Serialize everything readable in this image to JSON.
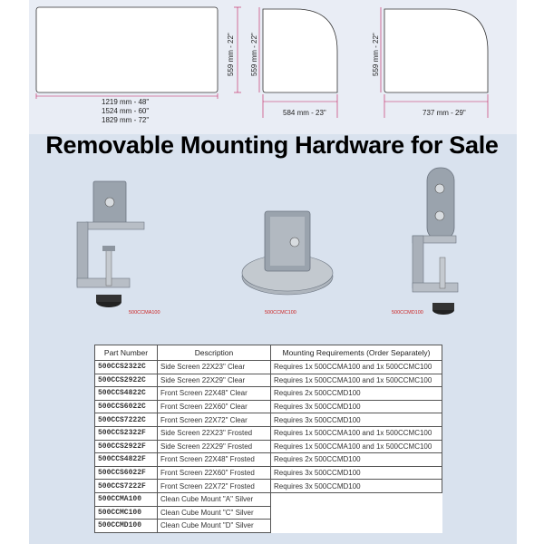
{
  "dimensions": {
    "panel1": {
      "height": "559 mm - 22\"",
      "widths": [
        "1219 mm - 48\"",
        "1524 mm - 60\"",
        "1829 mm - 72\""
      ]
    },
    "panel2": {
      "height": "559 mm - 22\"",
      "width": "584 mm - 23\""
    },
    "panel3": {
      "height": "559 mm - 22\"",
      "width": "737 mm - 29\""
    }
  },
  "title": "Removable Mounting Hardware for Sale",
  "products": [
    {
      "caption": "500CCMA100"
    },
    {
      "caption": "500CCMC100"
    },
    {
      "caption": "500CCMD100"
    }
  ],
  "table": {
    "headers": [
      "Part Number",
      "Description",
      "Mounting Requirements (Order Separately)"
    ],
    "rows": [
      {
        "part": "500CCS2322C",
        "desc": "Side Screen   22X23\" Clear",
        "req": "Requires 1x 500CCMA100 and 1x 500CCMC100"
      },
      {
        "part": "500CCS2922C",
        "desc": "Side Screen   22X29\" Clear",
        "req": "Requires 1x 500CCMA100 and 1x 500CCMC100"
      },
      {
        "part": "500CCS4822C",
        "desc": "Front Screen  22X48\" Clear",
        "req": "Requires 2x 500CCMD100"
      },
      {
        "part": "500CCS6022C",
        "desc": "Front Screen  22X60\" Clear",
        "req": "Requires 3x 500CCMD100"
      },
      {
        "part": "500CCS7222C",
        "desc": "Front Screen  22X72\" Clear",
        "req": "Requires 3x 500CCMD100"
      },
      {
        "part": "500CCS2322F",
        "desc": "Side Screen   22X23\" Frosted",
        "req": "Requires 1x 500CCMA100 and 1x 500CCMC100"
      },
      {
        "part": "500CCS2922F",
        "desc": "Side Screen   22X29\" Frosted",
        "req": "Requires 1x 500CCMA100 and 1x 500CCMC100"
      },
      {
        "part": "500CCS4822F",
        "desc": "Front Screen  22X48\" Frosted",
        "req": "Requires 2x 500CCMD100"
      },
      {
        "part": "500CCS6022F",
        "desc": "Front Screen  22X60\" Frosted",
        "req": "Requires 3x 500CCMD100"
      },
      {
        "part": "500CCS7222F",
        "desc": "Front Screen  22X72\" Frosted",
        "req": "Requires 3x 500CCMD100"
      },
      {
        "part": "500CCMA100",
        "desc": "Clean Cube Mount \"A\"  Silver",
        "req": ""
      },
      {
        "part": "500CCMC100",
        "desc": "Clean Cube Mount \"C\"  Silver",
        "req": ""
      },
      {
        "part": "500CCMD100",
        "desc": "Clean Cube Mount \"D\"  Silver",
        "req": ""
      }
    ]
  }
}
